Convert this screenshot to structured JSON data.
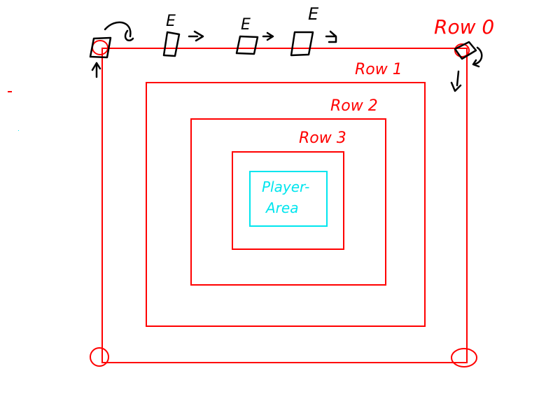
{
  "colors": {
    "rows": "#ff0000",
    "player_area": "#00e5ee",
    "sketch": "#000000"
  },
  "rows": [
    {
      "label": "Row 0"
    },
    {
      "label": "Row 1"
    },
    {
      "label": "Row 2"
    },
    {
      "label": "Row 3"
    }
  ],
  "player_area": {
    "line1": "Player-",
    "line2": "Area"
  },
  "enemies": [
    {
      "label": "E"
    },
    {
      "label": "E"
    },
    {
      "label": "E"
    }
  ]
}
